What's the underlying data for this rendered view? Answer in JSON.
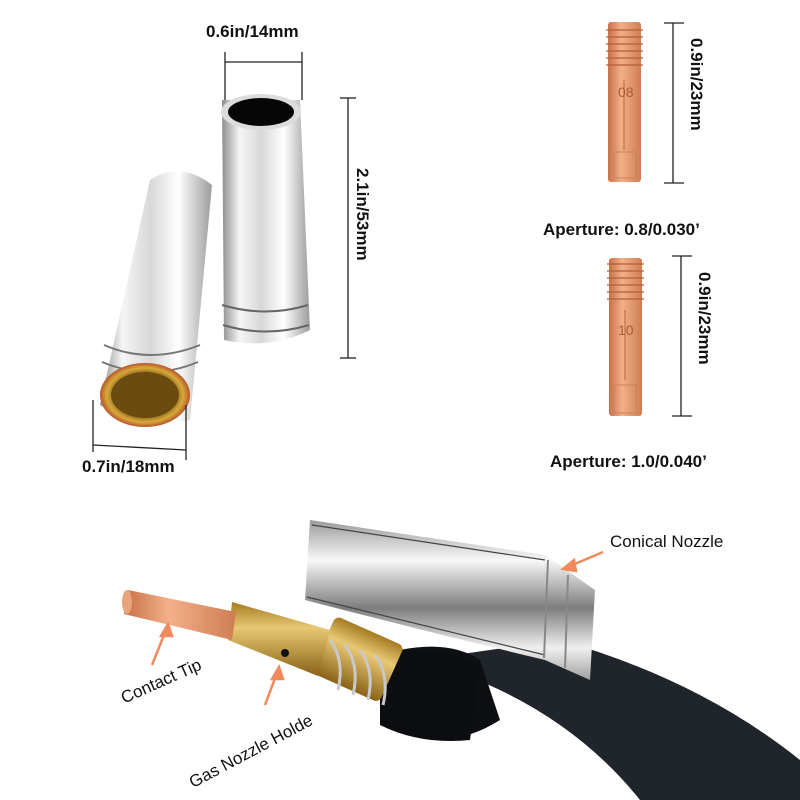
{
  "top_left": {
    "nozzle_top_diameter": "0.6in/14mm",
    "nozzle_length": "2.1in/53mm",
    "nozzle_base_diameter": "0.7in/18mm"
  },
  "contact_tips": [
    {
      "marking": "08",
      "length": "0.9in/23mm",
      "aperture": "Aperture: 0.8/0.030’"
    },
    {
      "marking": "10",
      "length": "0.9in/23mm",
      "aperture": "Aperture: 1.0/0.040’"
    }
  ],
  "assembly": {
    "conical_nozzle": "Conical Nozzle",
    "contact_tip": "Contact Tip",
    "gas_nozzle_holder": "Gas Nozzle Holde"
  },
  "colors": {
    "background": "#ffffff",
    "text": "#111111",
    "chrome_light": "#f2f2f2",
    "chrome_dark": "#9a9a9a",
    "copper": "#e2946a",
    "brass": "#c9a24a",
    "hose": "#1e2227",
    "arrow": "#f08a5d"
  }
}
